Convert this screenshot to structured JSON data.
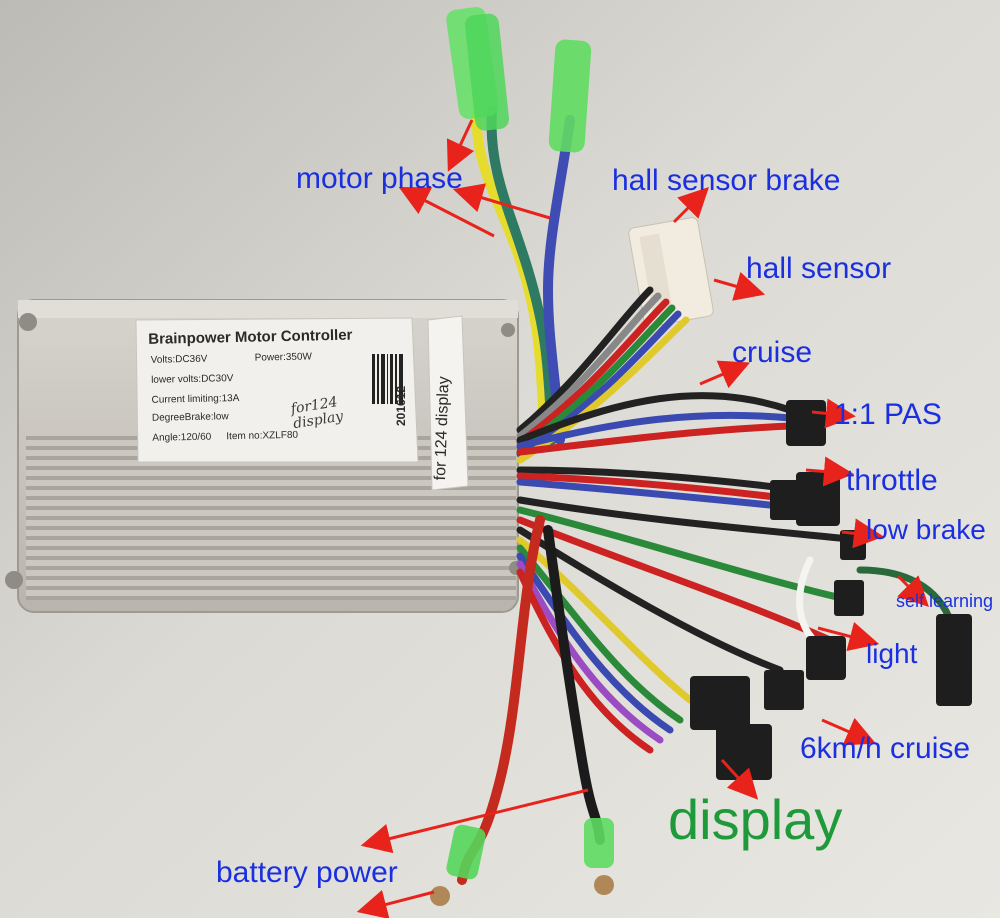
{
  "label": {
    "title": "Brainpower Motor Controller",
    "volts": "Volts:DC36V",
    "power": "Power:350W",
    "lower_volts": "lower volts:DC30V",
    "current": "Current limiting:13A",
    "degree": "DegreeBrake:low",
    "angle": "Angle:120/60",
    "item": "Item no:XZLF80",
    "serial": "201612",
    "handwriting": "for124 display"
  },
  "sticker": {
    "text": "for 124 display"
  },
  "callouts": {
    "motor_phase": "motor phase",
    "hall_sensor_brake": "hall sensor brake",
    "hall_sensor": "hall sensor",
    "cruise": "cruise",
    "pas": "1:1 PAS",
    "throttle": "throttle",
    "low_brake": "low brake",
    "self_learning": "self learning",
    "light": "light",
    "cruise_6kmh": "6km/h cruise",
    "display": "display",
    "battery_power": "battery power"
  },
  "colors": {
    "callout_blue": "#1a2fe0",
    "callout_green": "#1f9a3a",
    "arrow_red": "#e8231c",
    "housing": "#c9c6bf",
    "label_bg": "#f1f0ec"
  }
}
